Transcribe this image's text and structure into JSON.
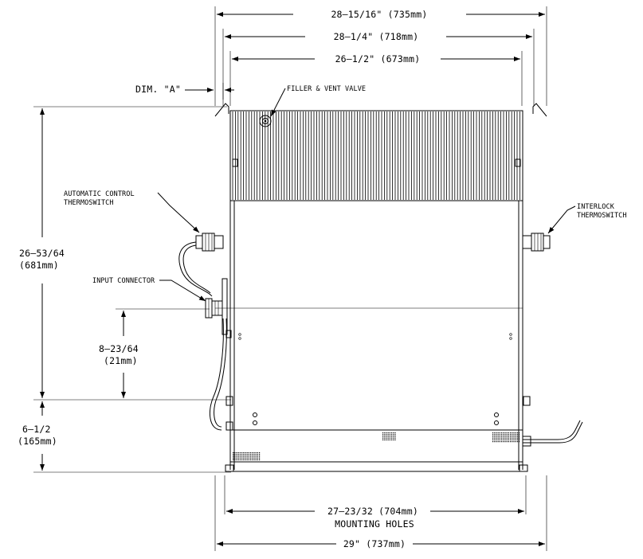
{
  "dimensions": {
    "overall_width_top": "28–15/16\" (735mm)",
    "flange_width": "28–1/4\" (718mm)",
    "body_width": "26–1/2\" (673mm)",
    "dim_a": "DIM. \"A\"",
    "height_1": "26–53/64",
    "height_1_mm": "(681mm)",
    "height_2": "8–23/64",
    "height_2_mm": "(21mm)",
    "height_3": "6–1/2",
    "height_3_mm": "(165mm)",
    "mounting_holes": "27–23/32 (704mm)",
    "mounting_holes_label": "MOUNTING HOLES",
    "overall_width_bottom": "29\" (737mm)"
  },
  "callouts": {
    "filler_vent": "FILLER & VENT VALVE",
    "auto_control_1": "AUTOMATIC CONTROL",
    "auto_control_2": "THERMOSWITCH",
    "interlock_1": "INTERLOCK",
    "interlock_2": "THERMOSWITCH",
    "input_connector": "INPUT CONNECTOR"
  }
}
